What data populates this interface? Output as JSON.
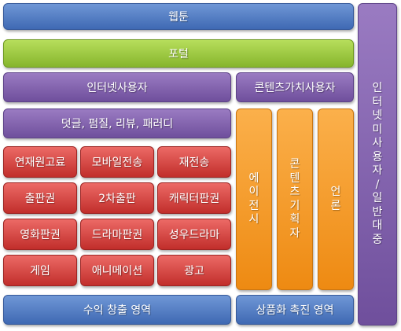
{
  "top": {
    "webtoon": "웹툰",
    "portal": "포털"
  },
  "users": {
    "internet_users": "인터넷사용자",
    "content_value_users": "콘텐츠가치사용자"
  },
  "comments": "덧글, 펌질, 리뷰, 패러디",
  "grid": [
    [
      "연재원고료",
      "모바일전송",
      "재전송"
    ],
    [
      "출판권",
      "2차출판",
      "캐릭터판권"
    ],
    [
      "영화판권",
      "드라마판권",
      "성우드라마"
    ],
    [
      "게임",
      "애니메이션",
      "광고"
    ]
  ],
  "vertical": {
    "agency": "에이전시",
    "content_planner": "콘텐츠기획자",
    "press": "언론",
    "general_public": "인터넷미사용자/일반대중"
  },
  "bottom": {
    "revenue_area": "수익 창출 영역",
    "promotion_area": "상품화 촉진 영역"
  },
  "colors": {
    "blue": "#4f7bc4",
    "green": "#9bcb3b",
    "purple": "#8060b0",
    "red": "#d9403c",
    "orange": "#f59a22"
  }
}
